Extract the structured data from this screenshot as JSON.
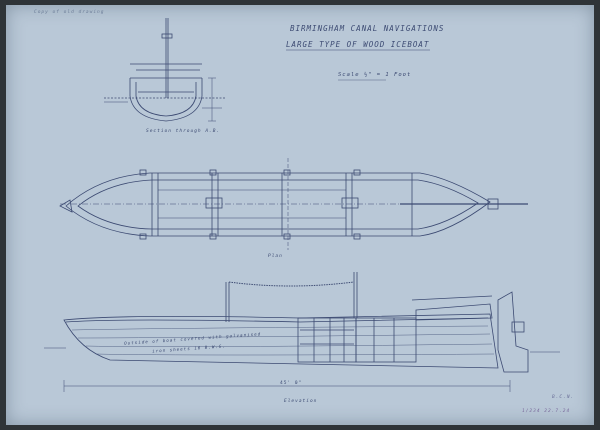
{
  "drawing": {
    "title_line1": "BIRMINGHAM CANAL NAVIGATIONS",
    "title_line2": "LARGE TYPE OF WOOD ICEBOAT",
    "scale_note": "Scale ½\" = 1 Foot",
    "corner_note": "Copy of old drawing",
    "section_label": "Section through A.B.",
    "plan_label": "Plan",
    "elevation_label": "Elevation",
    "elevation_note_line1": "Outside of boat covered with galvanised",
    "elevation_note_line2": "iron sheets 16 B.W.G.",
    "length_dimension": "45' 0\"",
    "reference_number": "B.C.N.",
    "reference_code": "1/234   22.7.24",
    "colors": {
      "paper": "#b9c8d7",
      "ink": "#3c4a72",
      "background": "#2f3438"
    }
  }
}
